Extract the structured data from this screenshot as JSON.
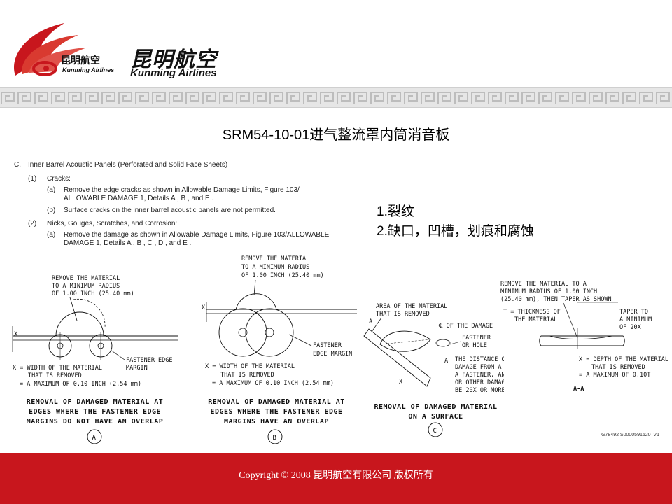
{
  "header": {
    "brand_cn": "昆明航空",
    "brand_en": "Kunming Airlines",
    "logo_brand_cn": "昆明航空",
    "logo_brand_en": "Kunming Airlines",
    "accent_color": "#c8161d"
  },
  "slide": {
    "title": "SRM54-10-01进气整流罩内筒消音板",
    "notes": [
      "1.裂纹",
      "2.缺口，凹槽，划痕和腐蚀"
    ]
  },
  "doc": {
    "section": "C.",
    "section_title": "Inner Barrel Acoustic Panels (Perforated and Solid Face Sheets)",
    "item1": "(1)",
    "item1_title": "Cracks:",
    "item1a": "(a)",
    "item1a_text_1": "Remove the edge cracks as shown in Allowable Damage Limits, Figure 103/",
    "item1a_text_2": "ALLOWABLE DAMAGE 1, Details A , B , and E .",
    "item1b": "(b)",
    "item1b_text": "Surface cracks on the inner barrel acoustic panels are not permitted.",
    "item2": "(2)",
    "item2_title": "Nicks, Gouges, Scratches, and Corrosion:",
    "item2a": "(a)",
    "item2a_text_1": "Remove the damage as shown in Allowable Damage Limits, Figure 103/ALLOWABLE",
    "item2a_text_2": "DAMAGE 1, Details A , B , C , D , and E ."
  },
  "figures": {
    "a": {
      "label1": "REMOVE THE MATERIAL",
      "label2": "TO A MINIMUM RADIUS",
      "label3": "OF 1.00 INCH (25.40 mm)",
      "fastener1": "FASTENER EDGE",
      "fastener2": "MARGIN",
      "x": "X",
      "width1": "X = WIDTH OF THE MATERIAL",
      "width2": "THAT IS REMOVED",
      "width3": "= A MAXIMUM OF 0.10 INCH (2.54 mm)",
      "caption1": "REMOVAL OF DAMAGED MATERIAL AT",
      "caption2": "EDGES WHERE THE FASTENER EDGE",
      "caption3": "MARGINS DO NOT HAVE AN OVERLAP",
      "detail": "A"
    },
    "b": {
      "label1": "REMOVE THE MATERIAL",
      "label2": "TO A MINIMUM RADIUS",
      "label3": "OF 1.00 INCH (25.40 mm)",
      "fastener1": "FASTENER",
      "fastener2": "EDGE MARGIN",
      "x": "X",
      "width1": "X = WIDTH OF THE MATERIAL",
      "width2": "THAT IS REMOVED",
      "width3": "= A MAXIMUM OF 0.10 INCH (2.54 mm)",
      "caption1": "REMOVAL OF DAMAGED MATERIAL AT",
      "caption2": "EDGES WHERE THE FASTENER EDGE",
      "caption3": "MARGINS HAVE AN OVERLAP",
      "detail": "B"
    },
    "c": {
      "area1": "AREA OF THE MATERIAL",
      "area2": "THAT IS REMOVED",
      "cl": "℄ OF THE DAMAGE",
      "fastener1": "FASTENER",
      "fastener2": "OR HOLE",
      "a_mark": "A",
      "a_mark2": "A",
      "x": "X",
      "dist1": "THE DISTANCE OF THE",
      "dist2": "DAMAGE FROM A HOLE,",
      "dist3": "A FASTENER, AN EDGE,",
      "dist4": "OR OTHER DAMAGE MUST",
      "dist5": "BE 20X OR MORE",
      "caption1": "REMOVAL OF DAMAGED MATERIAL",
      "caption2": "ON A SURFACE",
      "detail": "C"
    },
    "aa": {
      "rem1": "REMOVE THE MATERIAL TO A",
      "rem2": "MINIMUM RADIUS OF 1.00 INCH",
      "rem3": "(25.40 mm), THEN TAPER AS SHOWN",
      "t1": "T = THICKNESS OF",
      "t2": "THE MATERIAL",
      "taper1": "TAPER TO",
      "taper2": "A MINIMUM",
      "taper3": "OF 20X",
      "depth1": "X = DEPTH OF THE MATERIAL",
      "depth2": "THAT IS REMOVED",
      "depth3": "= A MAXIMUM OF 0.10T",
      "section": "A-A"
    },
    "ref": "G78492 S0000591520_V1"
  },
  "footer": {
    "copyright": "Copyright  © 2008 昆明航空有限公司  版权所有"
  }
}
